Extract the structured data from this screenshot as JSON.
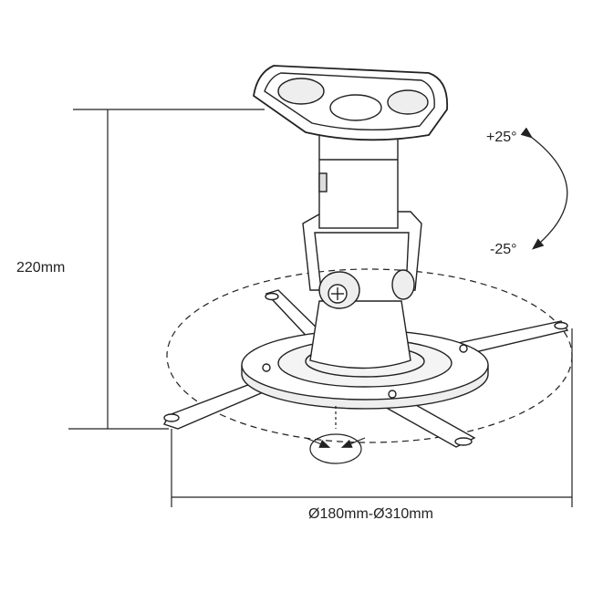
{
  "labels": {
    "height": "220mm",
    "tilt_up": "+25°",
    "tilt_down": "-25°",
    "diameter": "Ø180mm-Ø310mm"
  },
  "colors": {
    "line": "#222222",
    "fill": "#ffffff",
    "shade": "#e6e6e6"
  }
}
